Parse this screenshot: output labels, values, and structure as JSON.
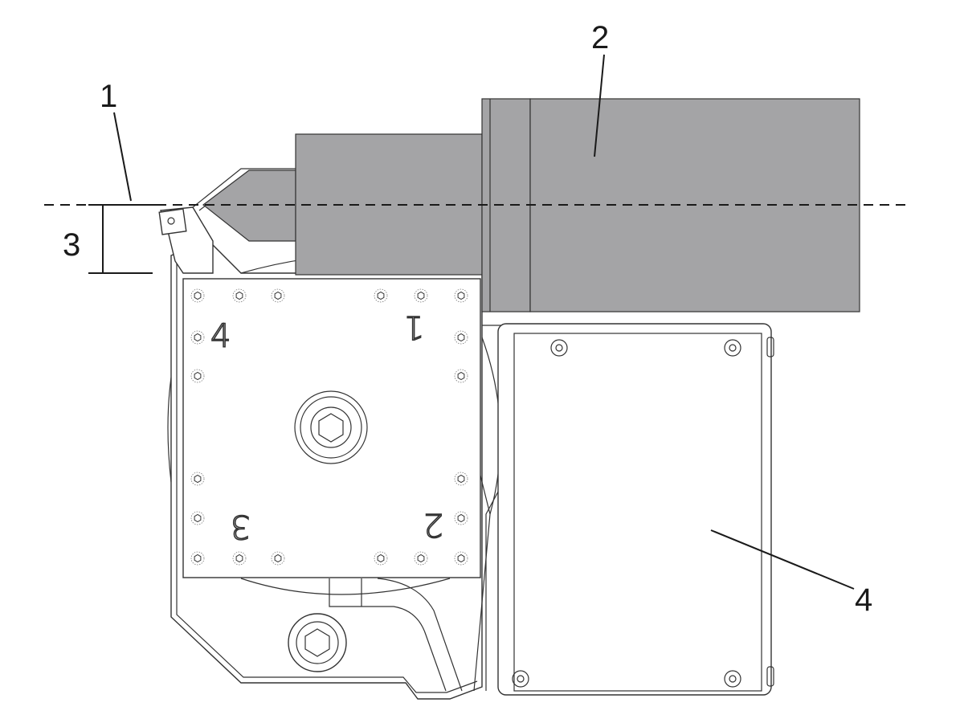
{
  "callouts": [
    {
      "id": "1",
      "label": "1"
    },
    {
      "id": "2",
      "label": "2"
    },
    {
      "id": "3",
      "label": "3"
    },
    {
      "id": "4",
      "label": "4"
    }
  ],
  "turret_positions": {
    "top_left": "4",
    "top_right": "1",
    "bottom_left": "3",
    "bottom_right": "2"
  },
  "colors": {
    "line": "#333333",
    "spindle_fill": "#a4a4a6",
    "background": "#ffffff"
  }
}
